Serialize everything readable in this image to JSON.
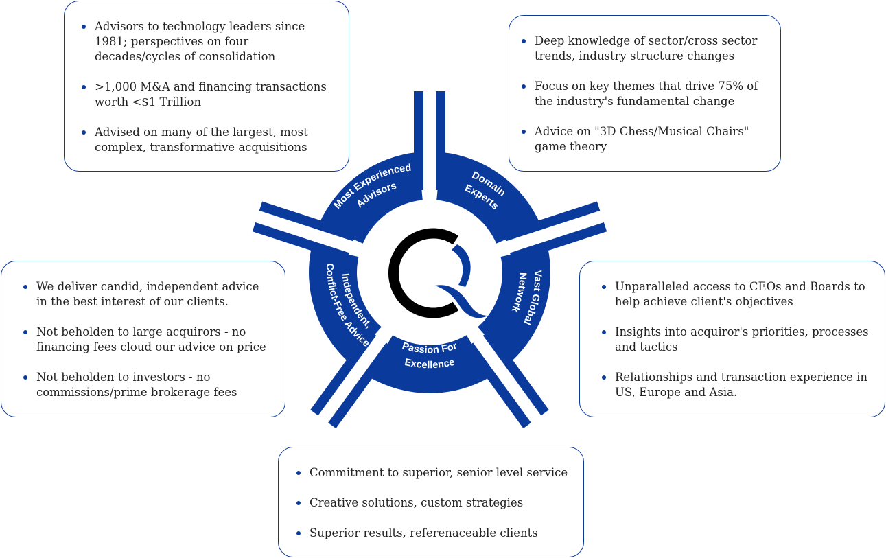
{
  "diagram": {
    "brand_color": "#0a3a9c",
    "logo_color": "#000000",
    "segments": [
      {
        "label_lines": [
          "Most Experienced",
          "Advisors"
        ]
      },
      {
        "label_lines": [
          "Domain",
          "Experts"
        ]
      },
      {
        "label_lines": [
          "Vast Global",
          "Network"
        ]
      },
      {
        "label_lines": [
          "Passion For",
          "Excellence"
        ]
      },
      {
        "label_lines": [
          "Independent,",
          "Conflict-Free Advice"
        ]
      }
    ]
  },
  "cards": {
    "top_left": {
      "bullets": [
        "Advisors to technology leaders since 1981; perspectives on four decades/cycles of consolidation",
        ">1,000 M&A and financing transactions worth <$1 Trillion",
        "Advised on many of the largest, most complex, transformative acquisitions"
      ]
    },
    "top_right": {
      "bullets": [
        "Deep knowledge of sector/cross sector trends, industry structure changes",
        "Focus on key themes that drive 75% of the industry's fundamental change",
        "Advice on \"3D Chess/Musical Chairs\" game theory"
      ]
    },
    "mid_left": {
      "bullets": [
        "We deliver candid, independent advice in the best interest of our clients.",
        "Not beholden to large acquirors - no financing fees cloud our advice on price",
        "Not beholden to investors - no commissions/prime brokerage fees"
      ]
    },
    "mid_right": {
      "bullets": [
        "Unparalleled access to CEOs and Boards to help achieve client's objectives",
        "Insights into acquiror's priorities, processes and tactics",
        "Relationships and transaction experience in US, Europe and Asia."
      ]
    },
    "bottom": {
      "bullets": [
        "Commitment to superior, senior level service",
        "Creative solutions, custom strategies",
        "Superior results, referenaceable clients"
      ]
    }
  }
}
